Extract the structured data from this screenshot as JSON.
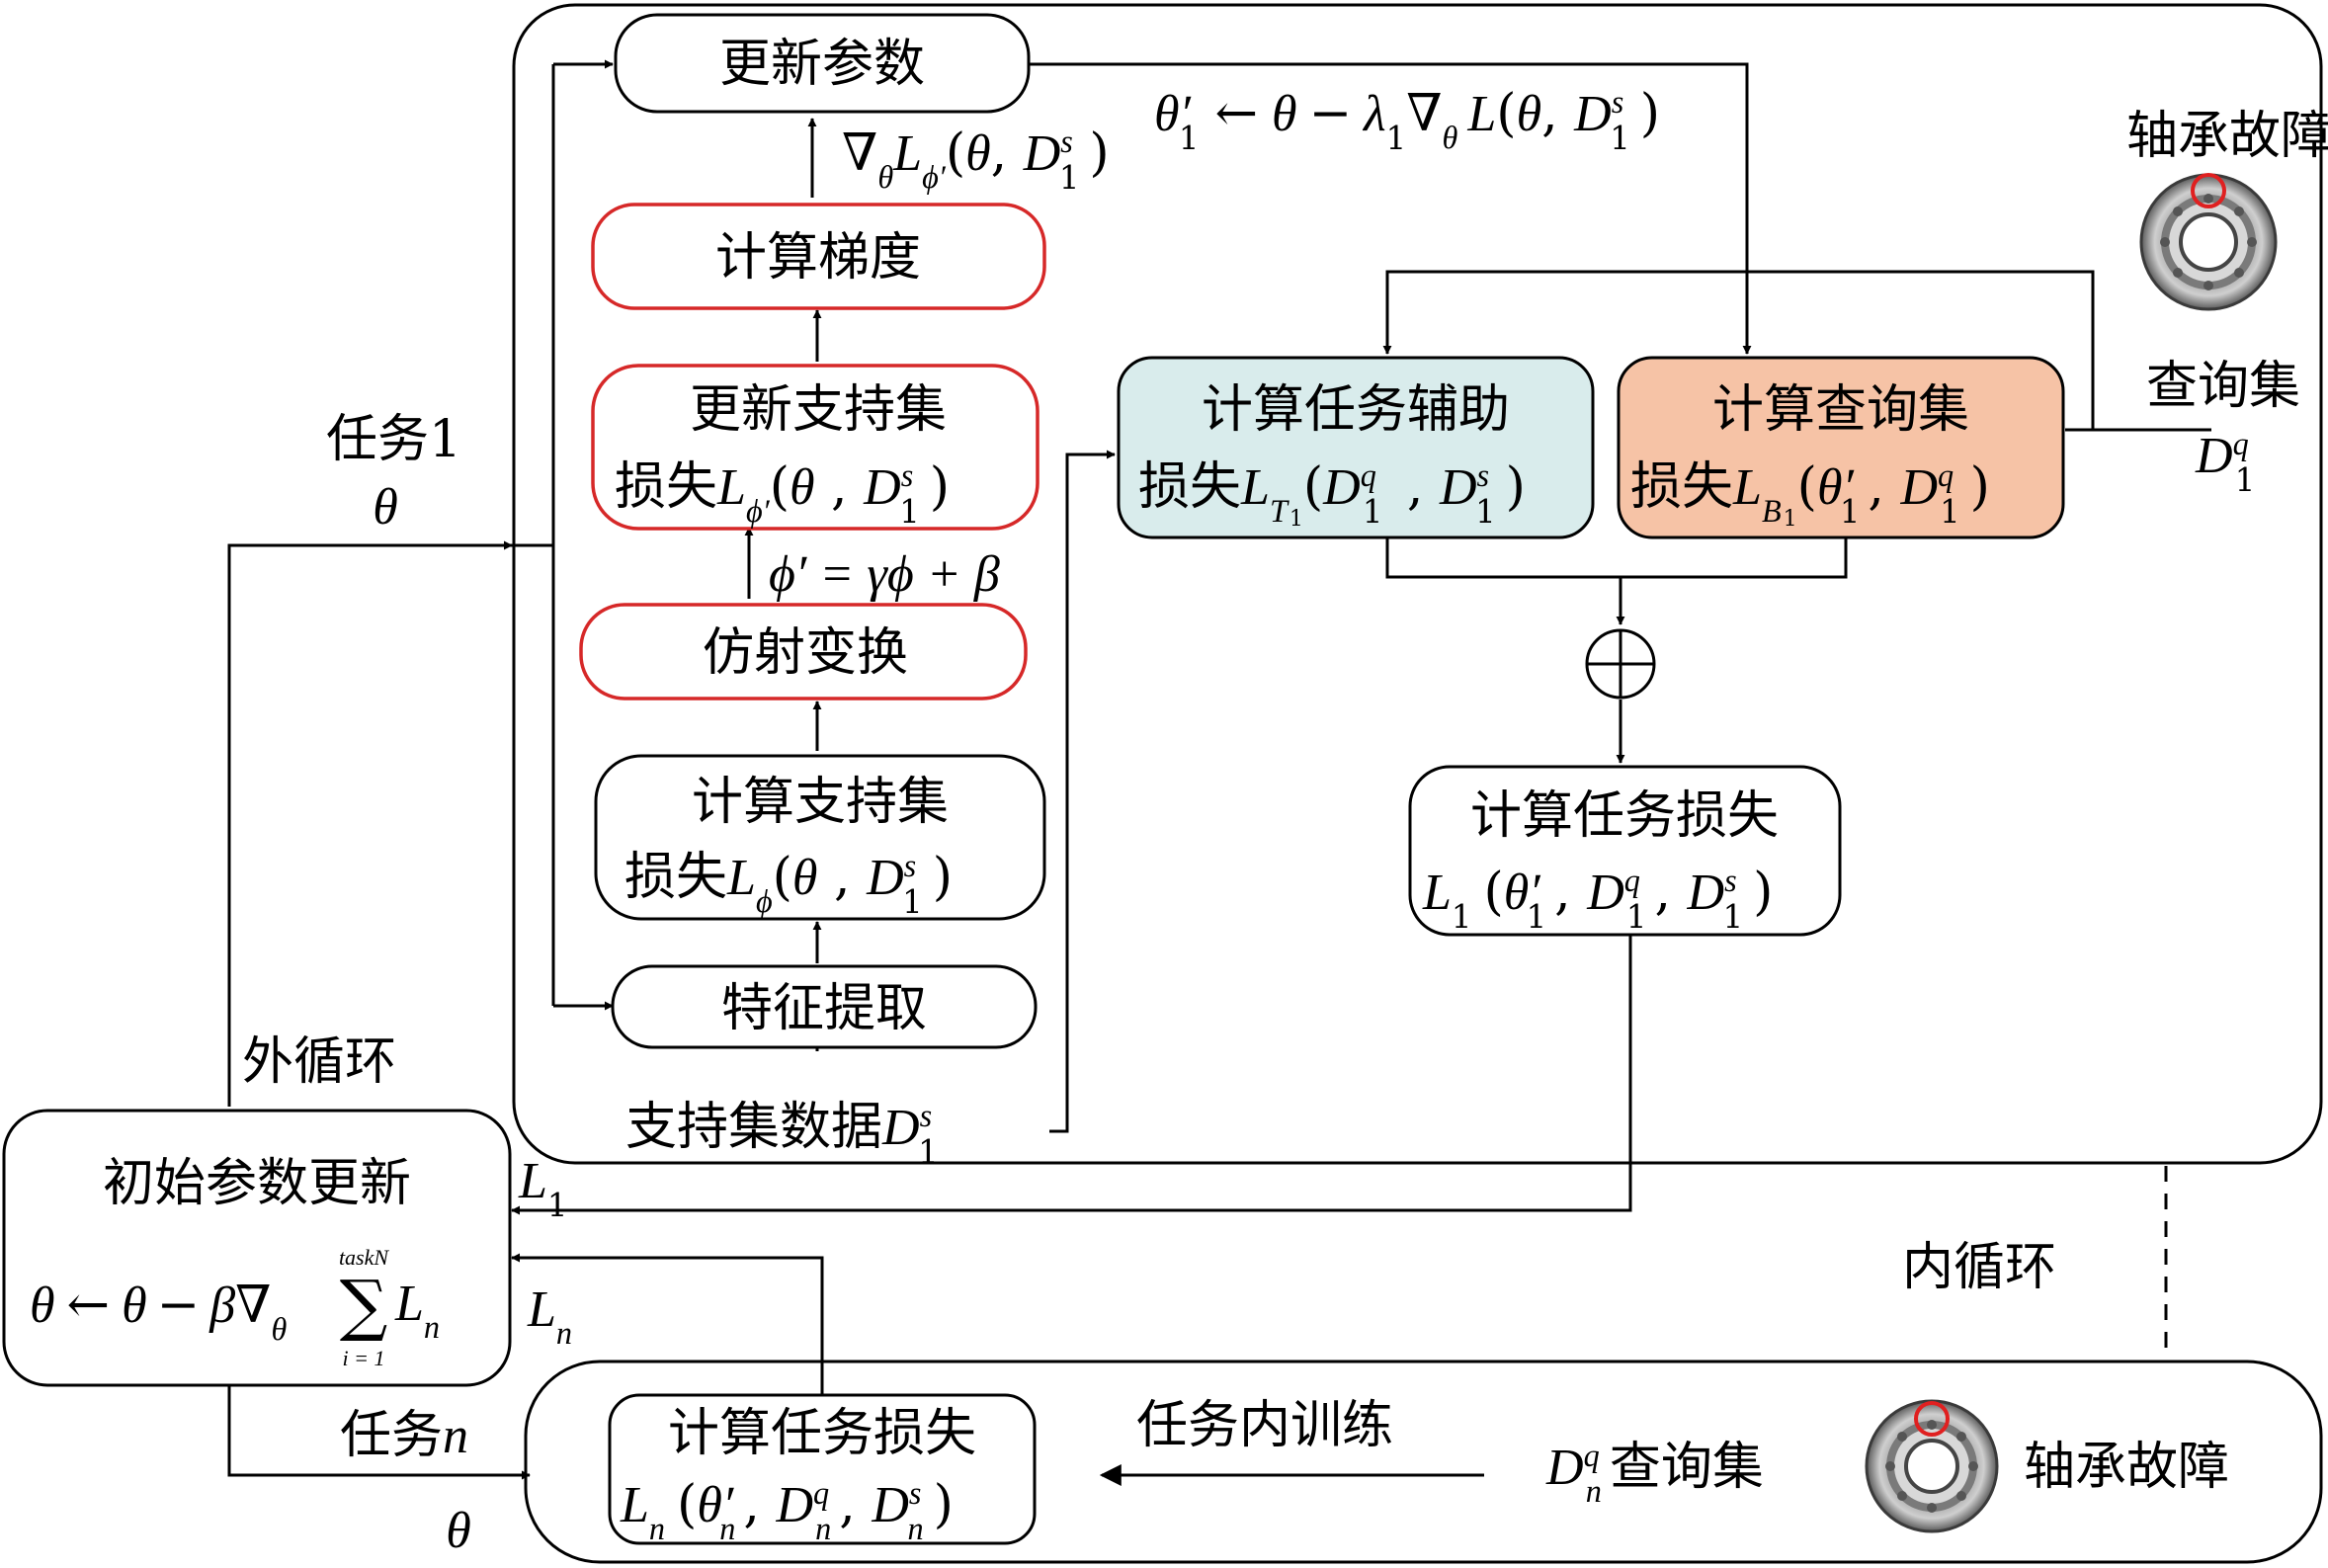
{
  "colors": {
    "red_outline": "#d62828",
    "teal_fill": "#d9ecec",
    "orange_fill": "#f6c3a6"
  },
  "icons": [
    "bearing-fault-icon"
  ],
  "boxes": {
    "update_params": "更新参数",
    "compute_gradient": "计算梯度",
    "update_support_loss_l1": "更新支持集",
    "update_support_loss_l2_prefix": "损失",
    "affine_transform": "仿射变换",
    "compute_support_loss_l1": "计算支持集",
    "compute_support_loss_l2_prefix": "损失",
    "feature_extraction": "特征提取",
    "task_aux_loss_l1": "计算任务辅助",
    "task_aux_loss_l2_prefix": "损失",
    "query_loss_l1": "计算查询集",
    "query_loss_l2_prefix": "损失",
    "task_loss_l1": "计算任务损失",
    "init_update_title": "初始参数更新",
    "task_n_loss_l1": "计算任务损失"
  },
  "labels": {
    "task1": "任务1",
    "theta": "θ",
    "task_n_prefix": "任务",
    "task_n_suffix": "n",
    "outer_loop": "外循环",
    "inner_loop": "内循环",
    "in_task_training": "任务内训练",
    "bearing_fault": "轴承故障",
    "query_set": "查询集",
    "support_data": "支持集数据",
    "affine_formula": "ϕ′ = γϕ + β",
    "loss_1": "L",
    "loss_n": "L"
  },
  "math": {
    "theta_prime": "θ′",
    "arrow_left": "←",
    "theta": "θ",
    "minus": "−",
    "lambda": "λ",
    "nabla": "∇",
    "L": "L",
    "D": "D",
    "phi": "ϕ",
    "phi_prime": "ϕ′",
    "beta": "β",
    "sum": "∑",
    "sum_upper": "taskN",
    "sum_lower": "i = 1",
    "sub_1": "1",
    "sub_n": "n",
    "sup_s": "s",
    "sup_q": "q",
    "sub_T1": "T",
    "sub_B1": "B",
    "open": "(",
    "close": ")",
    "comma": ",",
    "space_comma": " ,"
  }
}
